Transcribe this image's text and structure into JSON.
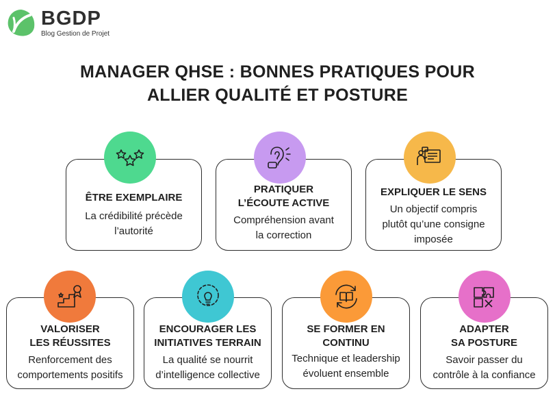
{
  "brand": {
    "name": "BGDP",
    "tagline": "Blog Gestion de Projet",
    "color": "#5cc26a"
  },
  "title": {
    "line1": "MANAGER QHSE : BONNES PRATIQUES POUR",
    "line2": "ALLIER QUALITÉ ET POSTURE"
  },
  "cards": [
    {
      "heading": [
        "ÊTRE EXEMPLAIRE"
      ],
      "text": [
        "La crédibilité précède",
        "l’autorité"
      ],
      "color": "#4ed98f",
      "icon": "three-stars-rating-icon"
    },
    {
      "heading": [
        "PRATIQUER",
        "L’ÉCOUTE ACTIVE"
      ],
      "text": [
        "Compréhension avant",
        "la correction"
      ],
      "color": "#c79af0",
      "icon": "ear-listening-icon"
    },
    {
      "heading": [
        "EXPLIQUER LE SENS"
      ],
      "text": [
        "Un objectif compris",
        "plutôt qu’une consigne",
        "imposée"
      ],
      "color": "#f6b84a",
      "icon": "presentation-board-icon"
    },
    {
      "heading": [
        "VALORISER",
        "LES RÉUSSITES"
      ],
      "text": [
        "Renforcement des",
        "comportements positifs"
      ],
      "color": "#f07a3c",
      "icon": "podium-award-icon"
    },
    {
      "heading": [
        "ENCOURAGER LES",
        "INITIATIVES TERRAIN"
      ],
      "text": [
        "La qualité se nourrit",
        "d’intelligence collective"
      ],
      "color": "#3fc7d3",
      "icon": "lightbulb-gear-icon"
    },
    {
      "heading": [
        "SE FORMER EN",
        "CONTINU"
      ],
      "text": [
        "Technique et leadership",
        "évoluent ensemble"
      ],
      "color": "#fb9a38",
      "icon": "book-cycle-icon"
    },
    {
      "heading": [
        "ADAPTER",
        "SA POSTURE"
      ],
      "text": [
        "Savoir passer du",
        "contrôle à la confiance"
      ],
      "color": "#e670c9",
      "icon": "puzzle-pieces-icon"
    }
  ]
}
